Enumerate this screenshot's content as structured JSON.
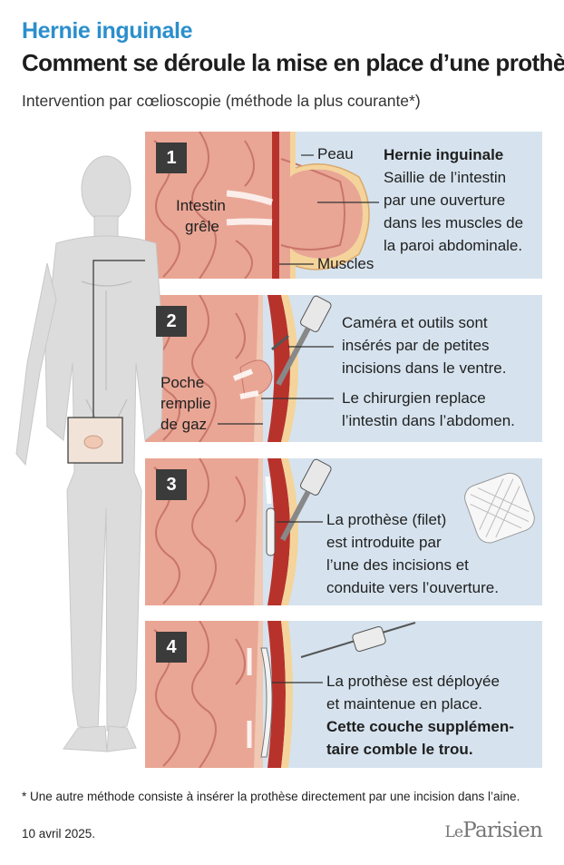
{
  "header": {
    "kicker": "Hernie inguinale",
    "title": "Comment se déroule la mise en place d’une prothèse",
    "subtitle": "Intervention par cœlioscopie (méthode la plus courante*)"
  },
  "steps": [
    {
      "number": "1",
      "labels": {
        "skin": "Peau",
        "intestine_1": "Intestin",
        "intestine_2": "grêle",
        "muscles": "Muscles"
      },
      "heading": "Hernie inguinale",
      "lines": [
        "Saillie de l’intestin",
        "par une ouverture",
        "dans les muscles de",
        "la paroi abdominale."
      ]
    },
    {
      "number": "2",
      "labels": {
        "pocket_1": "Poche",
        "pocket_2": "remplie",
        "pocket_3": "de gaz"
      },
      "lines_a": [
        "Caméra et outils sont",
        "insérés par de petites",
        "incisions dans le ventre."
      ],
      "lines_b": [
        "Le chirurgien replace",
        "l’intestin dans l’abdomen."
      ]
    },
    {
      "number": "3",
      "lines": [
        "La prothèse (filet)",
        "est introduite par",
        "l’une des incisions et",
        "conduite vers l’ouverture."
      ]
    },
    {
      "number": "4",
      "lines": [
        "La prothèse est déployée",
        "et maintenue en place."
      ],
      "bold_lines": [
        "Cette couche supplémen-",
        "taire comble le trou."
      ]
    }
  ],
  "footnote": "* Une autre méthode consiste à insérer la prothèse directement par une incision dans l’aine.",
  "date": "10 avril 2025.",
  "logo": {
    "part1": "Le",
    "part2": "Parisien"
  },
  "colors": {
    "accent": "#2b8fcd",
    "panel_bg": "#d6e3ee",
    "intestine": "#e9a695",
    "muscle": "#b8322c",
    "skin": "#f4d49a",
    "number_box": "#3b3b3b"
  }
}
